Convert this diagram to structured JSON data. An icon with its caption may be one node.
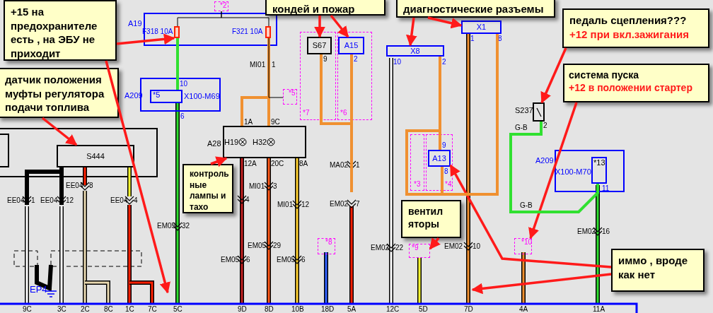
{
  "diagram": {
    "nodes": [
      {
        "text": [
          "+15 на предохранителе есть , на ЭБУ не приходит"
        ]
      },
      {
        "text": [
          "кондей и пожар"
        ]
      },
      {
        "text": [
          "диагностические разъемы"
        ]
      },
      {
        "text": [
          "педаль сцепления???",
          "+12 при вкл.зажигания"
        ]
      },
      {
        "text": [
          "датчик положения муфты регулятора подачи топлива"
        ]
      },
      {
        "text": [
          "система пуска",
          "+12 в положении стартер"
        ]
      },
      {
        "text": [
          "*2"
        ]
      },
      {
        "text": [
          "A19"
        ]
      },
      {
        "text": [],
        "shape": "box",
        "in": 7,
        "beside": [
          "F318 10A"
        ]
      },
      {
        "text": [],
        "shape": "box",
        "in": 7,
        "beside": [
          "F321 10A"
        ]
      },
      {
        "text": [
          "*7"
        ]
      },
      {
        "text": [
          "S67"
        ],
        "in": 10,
        "beside": [
          "9"
        ]
      },
      {
        "text": [
          "*6"
        ]
      },
      {
        "text": [
          "A15"
        ],
        "in": 12,
        "beside": [
          "2"
        ]
      },
      {
        "text": [
          "X8"
        ],
        "beside": [
          "10",
          "2"
        ]
      },
      {
        "text": [
          "X1"
        ],
        "beside": [
          "1",
          "8"
        ]
      },
      {
        "text": [
          "A209",
          "X100-M69"
        ],
        "beside": [
          "10",
          "6"
        ]
      },
      {
        "text": [
          "*5"
        ],
        "in": 16
      },
      {
        "text": [
          "*5"
        ]
      },
      {
        "text": [
          "S237"
        ],
        "beside": [
          "2"
        ]
      },
      {
        "text": [
          "S444"
        ]
      },
      {
        "text": [
          "A28",
          "H19",
          "H32"
        ],
        "beside": [
          "1A",
          "9C",
          "12A",
          "20C",
          "8A"
        ]
      },
      {
        "text": [
          "*3"
        ]
      },
      {
        "text": [
          "*4"
        ]
      },
      {
        "text": [
          "A13"
        ],
        "in": 23,
        "beside": [
          "9",
          "8"
        ]
      },
      {
        "text": [
          "A209",
          "X100-M70"
        ],
        "beside": [
          "11"
        ]
      },
      {
        "text": [
          "*13"
        ],
        "in": 25
      },
      {
        "text": [
          "контроль ные лампы и тахо"
        ]
      },
      {
        "text": [
          "вентил яторы"
        ]
      },
      {
        "text": [
          "*8"
        ]
      },
      {
        "text": [
          "*9"
        ]
      },
      {
        "text": [
          "*10"
        ]
      },
      {
        "text": [
          "иммо , вроде как нет"
        ]
      }
    ],
    "edges": [
      {
        "from": 0,
        "to": 8,
        "arrow": "to"
      },
      {
        "from": 0,
        "to": null,
        "arrow": "to"
      },
      {
        "from": 4,
        "to": 20,
        "arrow": "to"
      },
      {
        "from": 27,
        "to": 21,
        "arrow": "to"
      },
      {
        "from": 1,
        "to": 11,
        "arrow": "to"
      },
      {
        "from": 1,
        "to": 13,
        "arrow": "to"
      },
      {
        "from": 2,
        "to": 14,
        "arrow": "to"
      },
      {
        "from": 2,
        "to": 15,
        "arrow": "to"
      },
      {
        "from": 3,
        "to": 19,
        "arrow": "to"
      },
      {
        "from": 5,
        "to": 31,
        "arrow": "to"
      },
      {
        "from": 28,
        "to": 30,
        "arrow": "to"
      },
      {
        "from": 32,
        "to": 24,
        "arrow": "to"
      },
      {
        "from": 32,
        "to": null,
        "arrow": "to"
      },
      {
        "from": 11,
        "to": 13,
        "arrow": "none",
        "color": "#f09030"
      },
      {
        "from": 6,
        "to": 8,
        "arrow": "none",
        "color": "#000000"
      },
      {
        "from": 6,
        "to": 9,
        "arrow": "none",
        "color": "#000000"
      },
      {
        "from": 9,
        "to": 21,
        "arrow": "none",
        "color": "#f09030"
      },
      {
        "from": 9,
        "to": 21,
        "arrow": "none",
        "color": "#f09030"
      },
      {
        "from": 9,
        "to": 18,
        "arrow": "none",
        "color": "#000000"
      },
      {
        "from": 8,
        "to": 17,
        "arrow": "none",
        "color": "#30e030"
      },
      {
        "from": 14,
        "to": 24,
        "arrow": "none",
        "color": "#f09030"
      },
      {
        "from": 14,
        "to": 15,
        "arrow": "none",
        "color": "#f09030"
      },
      {
        "from": 24,
        "to": 15,
        "arrow": "none",
        "color": "#f09030"
      },
      {
        "from": 19,
        "to": 26,
        "arrow": "none",
        "color": "#30e030"
      },
      {
        "from": 13,
        "to": null,
        "arrow": "none",
        "color": "#f09030"
      }
    ],
    "labels": [
      "MI01",
      "1",
      "G-B",
      "MA02",
      "1",
      "EE04",
      "8",
      "MI01",
      "3",
      "EE04",
      "1",
      "EE04",
      "12",
      "EE04",
      "4",
      "4",
      "MI01",
      "12",
      "EM02",
      "7",
      "G-B",
      "EM05",
      "32",
      "EM02",
      "16",
      "EM05",
      "29",
      "EM02",
      "22",
      "EM02",
      "10",
      "EM05",
      "6",
      "EM05",
      "6",
      "EP4",
      "9C",
      "3C",
      "2C",
      "8C",
      "1C",
      "7C",
      "5C",
      "9D",
      "8D",
      "10B",
      "18D",
      "5A",
      "12C",
      "5D",
      "7D",
      "4A",
      "11A"
    ]
  }
}
